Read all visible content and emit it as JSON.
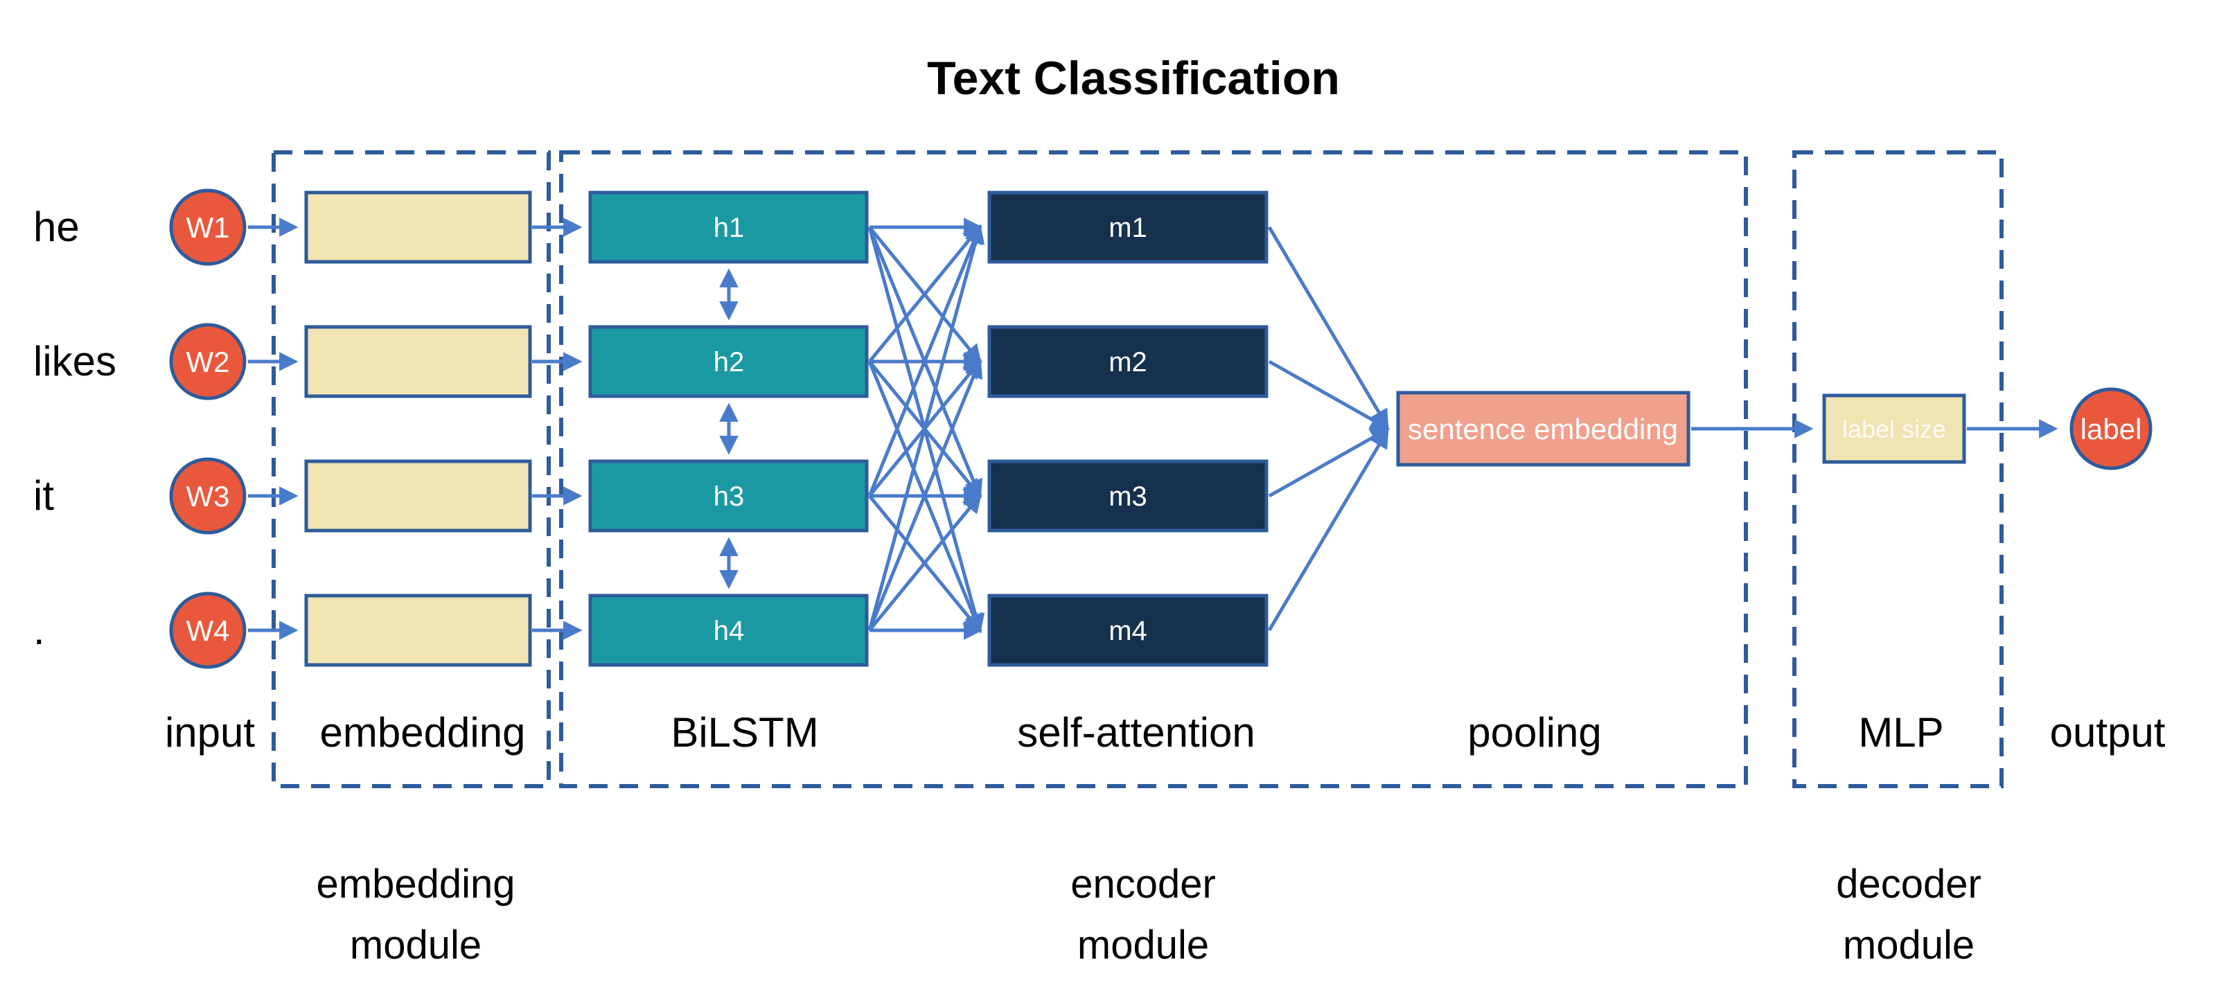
{
  "title": "Text Classification",
  "colors": {
    "arrow_blue": "#4A7BCB",
    "border_blue": "#2E5B9B",
    "teal": "#1B99A3",
    "navy": "#16314D",
    "tan": "#F0E4B2",
    "salmon": "#F0A08C",
    "orange": "#E9583C",
    "text_black": "#000000",
    "background": "#FFFFFF"
  },
  "input": {
    "words": [
      "he",
      "likes",
      "it",
      "."
    ],
    "nodes": [
      "W1",
      "W2",
      "W3",
      "W4"
    ]
  },
  "encoder": {
    "bilstm_units": [
      {
        "label": "h1"
      },
      {
        "label": "h2"
      },
      {
        "label": "h3"
      },
      {
        "label": "h4"
      }
    ],
    "attention_units": [
      {
        "label": "m1"
      },
      {
        "label": "m2"
      },
      {
        "label": "m3"
      },
      {
        "label": "m4"
      }
    ],
    "pooling_box_label": "sentence embedding"
  },
  "decoder": {
    "mlp_box_label": "label size"
  },
  "output": {
    "node_label": "label"
  },
  "column_labels": [
    "input",
    "embedding",
    "BiLSTM",
    "self-attention",
    "pooling",
    "MLP",
    "output"
  ],
  "module_labels": [
    {
      "line1": "embedding",
      "line2": "module"
    },
    {
      "line1": "encoder",
      "line2": "module"
    },
    {
      "line1": "decoder",
      "line2": "module"
    }
  ]
}
